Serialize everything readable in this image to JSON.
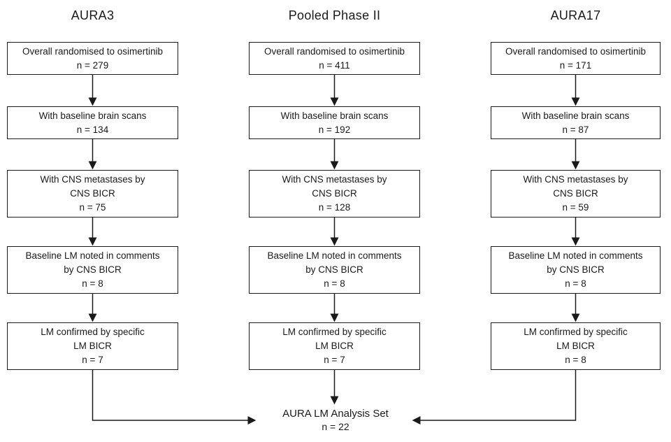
{
  "diagram": {
    "colors": {
      "line": "#1a1a1a",
      "text": "#1a1a1a",
      "background": "#ffffff"
    },
    "columns": [
      {
        "title": "AURA3",
        "boxes": [
          {
            "lines": [
              "Overall randomised to osimertinib",
              "n = 279"
            ]
          },
          {
            "lines": [
              "With baseline brain scans",
              "n = 134"
            ]
          },
          {
            "lines": [
              "With CNS metastases by",
              "CNS BICR",
              "n = 75"
            ]
          },
          {
            "lines": [
              "Baseline LM noted in comments",
              "by CNS BICR",
              "n = 8"
            ]
          },
          {
            "lines": [
              "LM confirmed by specific",
              "LM BICR",
              "n = 7"
            ]
          }
        ]
      },
      {
        "title": "Pooled Phase II",
        "boxes": [
          {
            "lines": [
              "Overall randomised to osimertinib",
              "n = 411"
            ]
          },
          {
            "lines": [
              "With baseline brain scans",
              "n = 192"
            ]
          },
          {
            "lines": [
              "With CNS metastases by",
              "CNS BICR",
              "n = 128"
            ]
          },
          {
            "lines": [
              "Baseline LM noted in comments",
              "by CNS BICR",
              "n = 8"
            ]
          },
          {
            "lines": [
              "LM confirmed by specific",
              "LM BICR",
              "n = 7"
            ]
          }
        ]
      },
      {
        "title": "AURA17",
        "boxes": [
          {
            "lines": [
              "Overall randomised to osimertinib",
              "n = 171"
            ]
          },
          {
            "lines": [
              "With baseline brain scans",
              "n = 87"
            ]
          },
          {
            "lines": [
              "With CNS metastases by",
              "CNS BICR",
              "n = 59"
            ]
          },
          {
            "lines": [
              "Baseline LM noted in comments",
              "by CNS BICR",
              "n = 8"
            ]
          },
          {
            "lines": [
              "LM confirmed by specific",
              "LM BICR",
              "n = 8"
            ]
          }
        ]
      }
    ],
    "footer": {
      "lines": [
        "AURA LM Analysis Set",
        "n = 22"
      ]
    }
  }
}
